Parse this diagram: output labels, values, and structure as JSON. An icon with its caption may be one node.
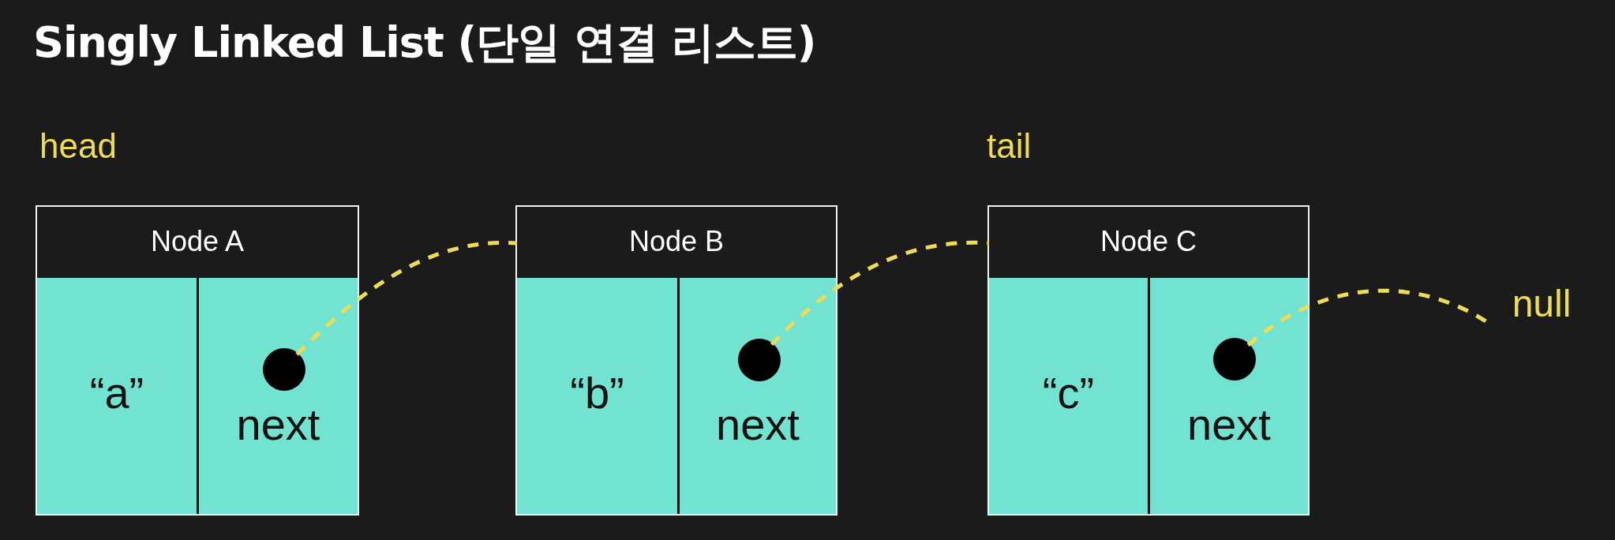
{
  "diagram": {
    "title": "Singly Linked List (단일 연결 리스트)",
    "nodes": [
      {
        "text": [
          "Node A"
        ],
        "beside": [
          "head"
        ]
      },
      {
        "text": [
          "“a”"
        ],
        "in": 0
      },
      {
        "text": [
          "next"
        ],
        "in": 0
      },
      {
        "text": [],
        "shape": "circle",
        "in": 2
      },
      {
        "text": [
          "Node B"
        ]
      },
      {
        "text": [
          "“b”"
        ],
        "in": 4
      },
      {
        "text": [
          "next"
        ],
        "in": 4
      },
      {
        "text": [],
        "shape": "circle",
        "in": 6
      },
      {
        "text": [
          "Node C"
        ],
        "beside": [
          "tail"
        ]
      },
      {
        "text": [
          "“c”"
        ],
        "in": 8
      },
      {
        "text": [
          "next"
        ],
        "in": 8
      },
      {
        "text": [],
        "shape": "circle",
        "in": 10
      },
      {
        "text": [
          "null"
        ]
      }
    ],
    "edges": [
      {
        "from": 3,
        "to": 4,
        "arrow": "none",
        "style": "dashed"
      },
      {
        "from": 7,
        "to": 8,
        "arrow": "none",
        "style": "dashed"
      },
      {
        "from": 11,
        "to": 12,
        "arrow": "none",
        "style": "dashed"
      }
    ]
  }
}
